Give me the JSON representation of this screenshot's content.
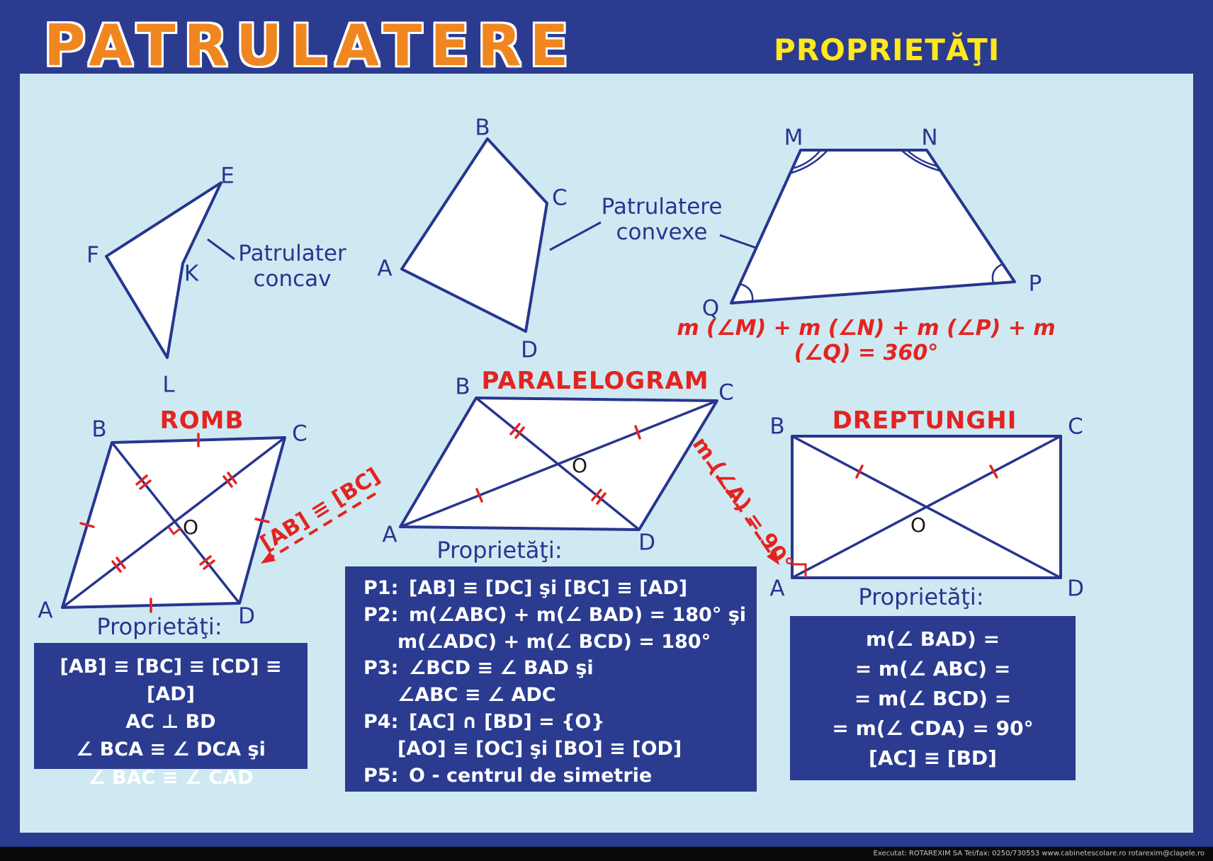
{
  "header": {
    "title": "PATRULATERE",
    "subtitle": "PROPRIETĂŢI"
  },
  "concav": {
    "vertices": [
      "E",
      "F",
      "K",
      "L"
    ],
    "label_line1": "Patrulater",
    "label_line2": "concav"
  },
  "convex": {
    "vertices": [
      "A",
      "B",
      "C",
      "D"
    ],
    "label_line1": "Patrulatere",
    "label_line2": "convexe"
  },
  "mnpq": {
    "vertices": [
      "M",
      "N",
      "P",
      "Q"
    ],
    "formula": "m (∠M) + m (∠N) + m (∠P) + m (∠Q) = 360°"
  },
  "romb": {
    "title": "ROMB",
    "vertices": {
      "A": "A",
      "B": "B",
      "C": "C",
      "D": "D",
      "O": "O"
    },
    "properties_title": "Proprietăţi:",
    "properties": [
      "[AB] ≡ [BC] ≡ [CD] ≡ [AD]",
      "AC ⊥ BD",
      "∠ BCA ≡ ∠ DCA şi",
      "∠ BAC ≡ ∠ CAD"
    ]
  },
  "paralelogram": {
    "title": "PARALELOGRAM",
    "vertices": {
      "A": "A",
      "B": "B",
      "C": "C",
      "D": "D",
      "O": "O"
    },
    "properties_title": "Proprietăţi:",
    "properties": [
      {
        "p": "P1:",
        "t": "[AB] ≡ [DC] şi [BC] ≡ [AD]"
      },
      {
        "p": "P2:",
        "t": "m(∠ABC) + m(∠ BAD) = 180° şi"
      },
      {
        "p": "",
        "t": "m(∠ADC) + m(∠ BCD) = 180°"
      },
      {
        "p": "P3:",
        "t": "∠BCD ≡ ∠ BAD şi"
      },
      {
        "p": "",
        "t": "∠ABC ≡ ∠ ADC"
      },
      {
        "p": "P4:",
        "t": "[AC] ∩ [BD] = {O}"
      },
      {
        "p": "",
        "t": "[AO] ≡ [OC] şi [BO] ≡ [OD]"
      },
      {
        "p": "P5:",
        "t": "O - centrul de simetrie"
      }
    ]
  },
  "dreptunghi": {
    "title": "DREPTUNGHI",
    "vertices": {
      "A": "A",
      "B": "B",
      "C": "C",
      "D": "D",
      "O": "O"
    },
    "properties_title": "Proprietăţi:",
    "properties": [
      "m(∠ BAD) =",
      "= m(∠ ABC) =",
      "= m(∠ BCD) =",
      "= m(∠ CDA) = 90°",
      "[AC] ≡ [BD]"
    ]
  },
  "arrows": {
    "romb_label": "[AB] ≡ [BC]",
    "dreptunghi_label": "m (∠A) = 90°"
  },
  "colors": {
    "frame": "#2a3b90",
    "background": "#cfe9f2",
    "title_orange": "#f0861f",
    "subtitle_yellow": "#ffe81c",
    "accent_red": "#e42320",
    "shape_blue": "#28358f"
  },
  "footer": {
    "credits": "Executat: ROTAREXIM SA   Tel/fax: 0250/730553   www.cabinetescolare.ro   rotarexim@clapele.ro"
  }
}
